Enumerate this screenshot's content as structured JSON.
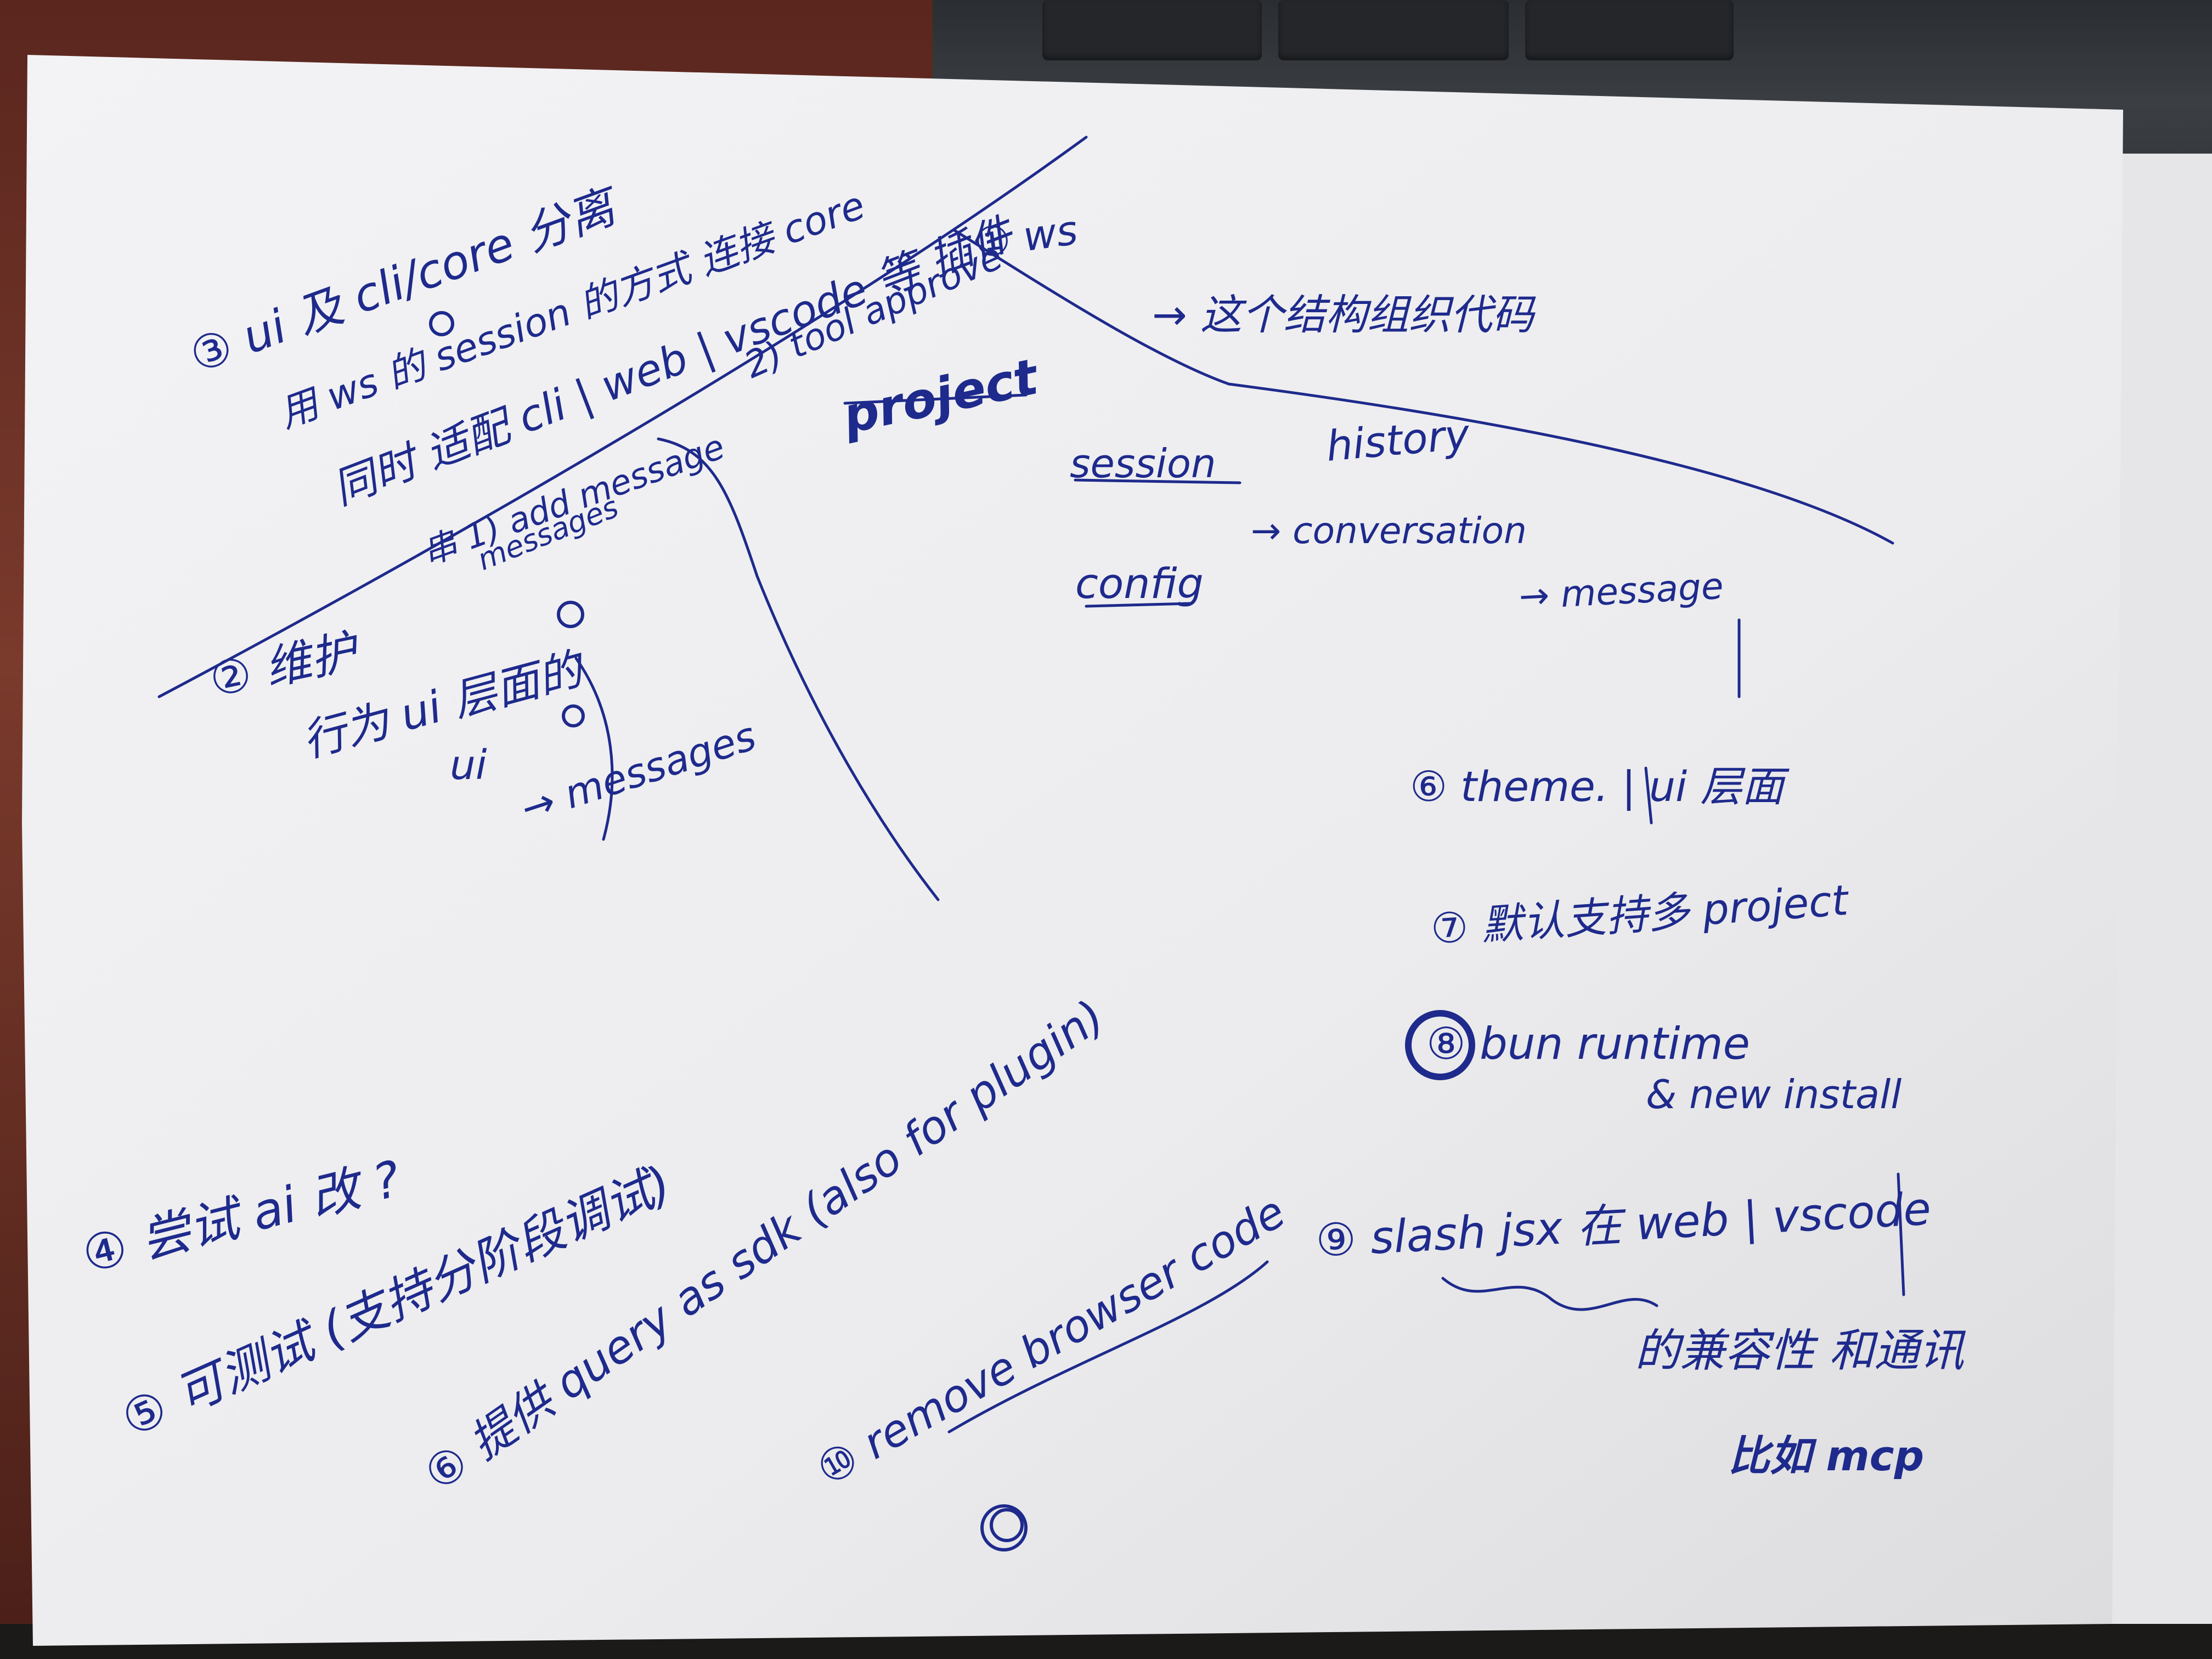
{
  "notes": {
    "n3_line1": "③ ui 及 cli/core 分离",
    "n3_line2": "用 ws 的 session 的方式 连接 core",
    "n3_line3": "同时 适配 cli | web | vscode 等 插件",
    "ws_label": "① ws",
    "tool_approve": "2) tool approve",
    "project": "project",
    "code_org": "→ 这个结构组织代码",
    "session": "session",
    "history": "history",
    "config": "config",
    "conversation": "→ conversation",
    "message": "→ message",
    "add_message": "串 1) add message",
    "messages": "messages",
    "n2_line1": "② 维护",
    "n2_line2": "行为 ui 层面的",
    "n2_line3": "ui",
    "n2_line4": "→ messages",
    "n6_theme": "⑥ theme. | ui 层面",
    "n7_project": "⑦ 默认支持多 project",
    "n8_line1": "⑧ bun runtime",
    "n8_line2": "& new install",
    "n4": "④ 尝试 ai 改 ?",
    "n5": "⑤ 可测试 (支持分阶段调试)",
    "n6_query": "⑥ 提供 query as sdk (also for plugin)",
    "n10": "⑩ remove browser code",
    "n9_line1": "⑨ slash jsx 在 web | vscode",
    "n9_line2": "的兼容性 和通讯",
    "n9_line3": "比如 mcp"
  },
  "colors": {
    "ink": "#1e2a8c",
    "paper": "#f4f4f6",
    "desk": "#6b2f25"
  }
}
